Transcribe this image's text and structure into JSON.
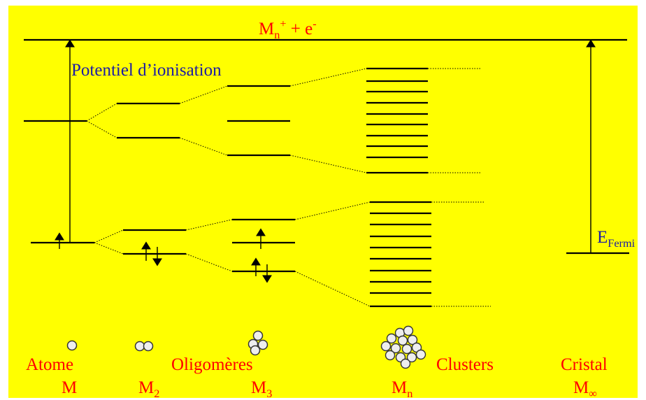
{
  "top_label": {
    "base": "M",
    "sub": "n",
    "sup": "+",
    "rest": " + e",
    "rest_sup": "-"
  },
  "ionisation_label": "Potentiel d’ionisation",
  "fermi_label": {
    "base": "E",
    "sub": "Fermi"
  },
  "categories": [
    {
      "name": "Atome",
      "formula": "M",
      "sub": ""
    },
    {
      "name": "",
      "formula": "M",
      "sub": "2"
    },
    {
      "name": "Oligomères",
      "formula": "M",
      "sub": "3"
    },
    {
      "name": "Clusters",
      "formula": "M",
      "sub": "n"
    },
    {
      "name": "Cristal",
      "formula": "M",
      "sub": "∞"
    }
  ],
  "colors": {
    "background": "#ffff00",
    "label": "#ff0000",
    "annotation": "#1a1aa6",
    "line": "#000000"
  },
  "icons": [
    "atom-icon",
    "dimer-icon",
    "trimer-icon",
    "cluster-icon"
  ]
}
